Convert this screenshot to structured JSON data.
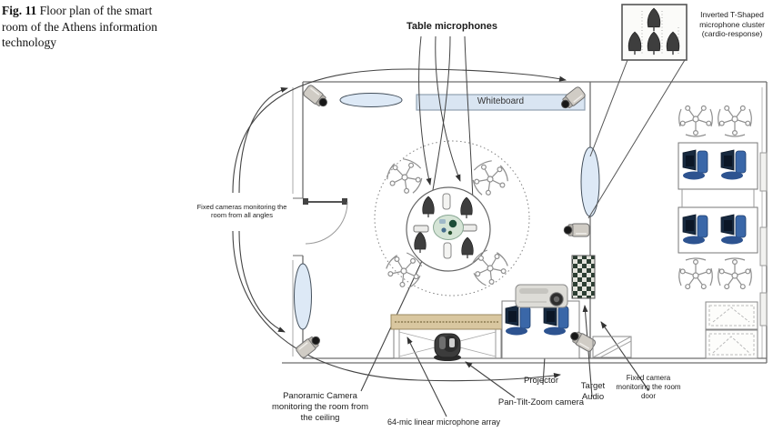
{
  "caption": {
    "fig": "Fig. 11",
    "text": "Floor plan of the smart room of the Athens information technology"
  },
  "labels": {
    "table_microphones": "Table microphones",
    "inverted_t_cluster": "Inverted T-Shaped microphone cluster (cardio-response)",
    "whiteboard": "Whiteboard",
    "fixed_cameras_all_angles": "Fixed cameras monitoring the room from all angles",
    "panoramic_camera": "Panoramic Camera monitoring the room from the ceiling",
    "mic_array": "64-mic linear microphone array",
    "ptz_camera": "Pan-Tilt-Zoom camera",
    "projector": "Projector",
    "target_audio": "Target Audio",
    "fixed_camera_door": "Fixed camera monitoring the room door"
  },
  "colors": {
    "window_glass": "#dde9f6",
    "whiteboard_fill": "#d9e5f2",
    "wall_line": "#6e6e6e",
    "mic_cone": "#3e3e3e",
    "monitor_navy": "#17293f",
    "monitor_blue": "#3a67a8",
    "mic_array_bar": "#d9c7a0",
    "speaker_check": "#2c3e32"
  }
}
